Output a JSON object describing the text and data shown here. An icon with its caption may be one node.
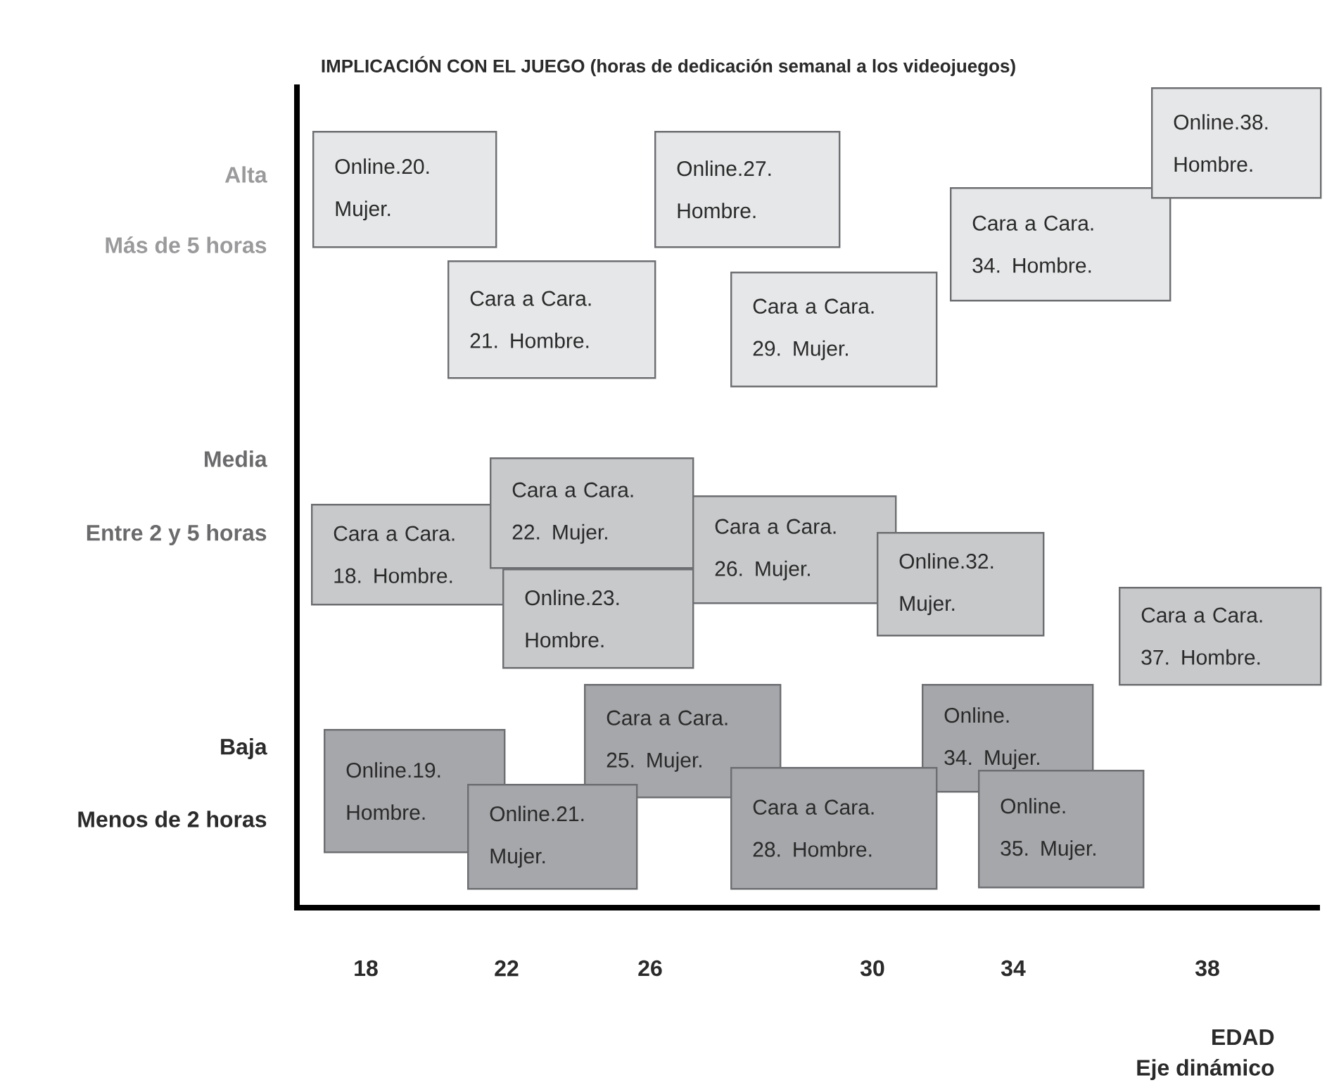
{
  "diagram": {
    "title": "IMPLICACIÓN CON EL JUEGO (horas de dedicación semanal a los videojuegos)",
    "nodes": [
      {
        "text": [
          "Online.20. Mujer."
        ]
      },
      {
        "text": [
          "Cara a Cara. 21. Hombre."
        ]
      },
      {
        "text": [
          "Online.27. Hombre."
        ]
      },
      {
        "text": [
          "Cara a Cara. 29. Mujer."
        ]
      },
      {
        "text": [
          "Cara a Cara. 34. Hombre."
        ]
      },
      {
        "text": [
          "Online.38. Hombre."
        ]
      },
      {
        "text": [
          "Cara a Cara. 18. Hombre."
        ]
      },
      {
        "text": [
          "Cara a Cara. 22. Mujer."
        ]
      },
      {
        "text": [
          "Online.23. Hombre."
        ]
      },
      {
        "text": [
          "Cara a Cara. 26. Mujer."
        ]
      },
      {
        "text": [
          "Online.32. Mujer."
        ]
      },
      {
        "text": [
          "Cara a Cara. 37. Hombre."
        ]
      },
      {
        "text": [
          "Cara a Cara. 25. Mujer."
        ]
      },
      {
        "text": [
          "Online. 34. Mujer."
        ]
      },
      {
        "text": [
          "Online.19. Hombre."
        ]
      },
      {
        "text": [
          "Online.21. Mujer."
        ]
      },
      {
        "text": [
          "Cara a Cara. 28. Hombre."
        ]
      },
      {
        "text": [
          "Online. 35. Mujer."
        ]
      }
    ],
    "labels": [
      "Alta",
      "Más de 5 horas",
      "Media",
      "Entre 2 y 5 horas",
      "Baja",
      "Menos de 2 horas",
      "18",
      "22",
      "26",
      "30",
      "34",
      "38",
      "EDAD",
      "Eje dinámico"
    ]
  }
}
